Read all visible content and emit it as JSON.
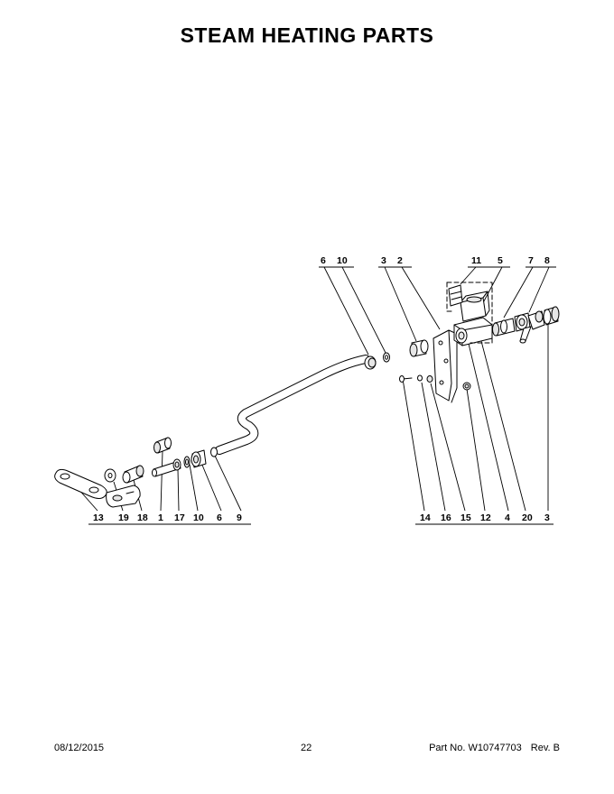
{
  "page": {
    "title": "STEAM HEATING PARTS"
  },
  "callouts": {
    "top": [
      "6",
      "10",
      "3",
      "2",
      "11",
      "5",
      "7",
      "8"
    ],
    "bottom_left": [
      "13",
      "19",
      "18",
      "1",
      "17",
      "10",
      "6",
      "9"
    ],
    "bottom_right": [
      "14",
      "16",
      "15",
      "12",
      "4",
      "20",
      "3"
    ]
  },
  "footer": {
    "date": "08/12/2015",
    "page_number": "22",
    "part_no": "Part No.  W10747703",
    "revision": "Rev.  B"
  },
  "colors": {
    "ink": "#000000",
    "paper": "#ffffff",
    "part_shade": "#e6e6e6"
  }
}
